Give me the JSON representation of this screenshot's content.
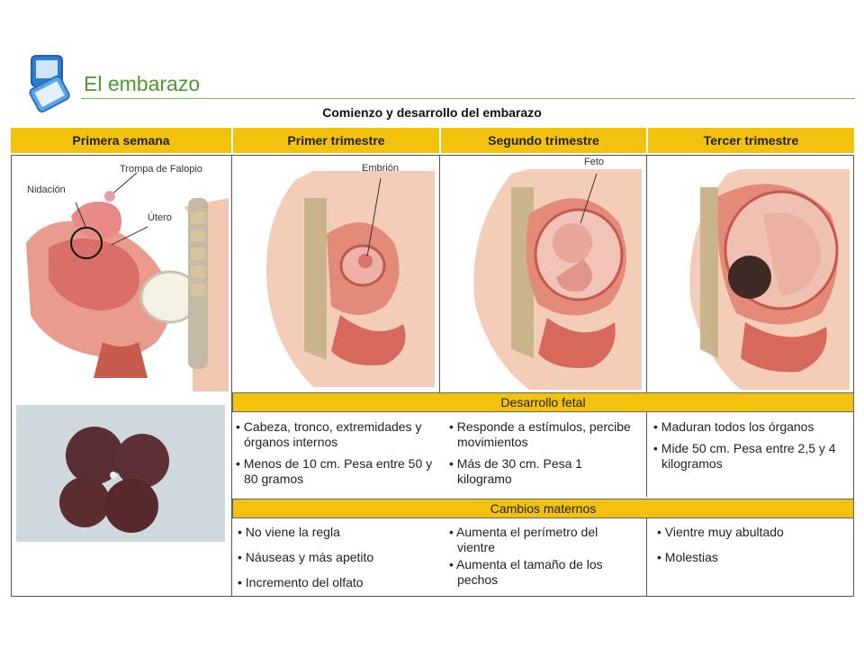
{
  "page": {
    "title": "El embarazo",
    "subtitle": "Comienzo y desarrollo del embarazo"
  },
  "columns": {
    "week": "Primera semana",
    "t1": "Primer trimestre",
    "t2": "Segundo trimestre",
    "t3": "Tercer trimestre"
  },
  "labels": {
    "trompa": "Trompa de Falopio",
    "nidacion": "Nidación",
    "utero": "Útero",
    "embrion": "Embrión",
    "feto": "Feto"
  },
  "sections": {
    "fetal": "Desarrollo fetal",
    "maternal": "Cambios maternos"
  },
  "fetal": {
    "t1": [
      "Cabeza, tronco, extremidades y órganos internos",
      "Menos de 10 cm. Pesa entre 50 y 80 gramos"
    ],
    "t2": [
      "Responde a estímulos, percibe movimientos",
      "Más de 30 cm. Pesa 1 kilogramo"
    ],
    "t3": [
      "Maduran todos los órganos",
      "Mide 50 cm. Pesa entre 2,5 y 4 kilogramos"
    ]
  },
  "maternal": {
    "t1": [
      "No viene la regla",
      "Náuseas y más apetito",
      "Incremento del olfato"
    ],
    "t2": [
      "Aumenta el perímetro del vientre",
      "Aumenta el tamaño de los pechos"
    ],
    "t3": [
      "Vientre muy abultado",
      "Molestias"
    ]
  },
  "colors": {
    "accent_yellow": "#f3c20f",
    "title_green": "#4a9a2c"
  }
}
